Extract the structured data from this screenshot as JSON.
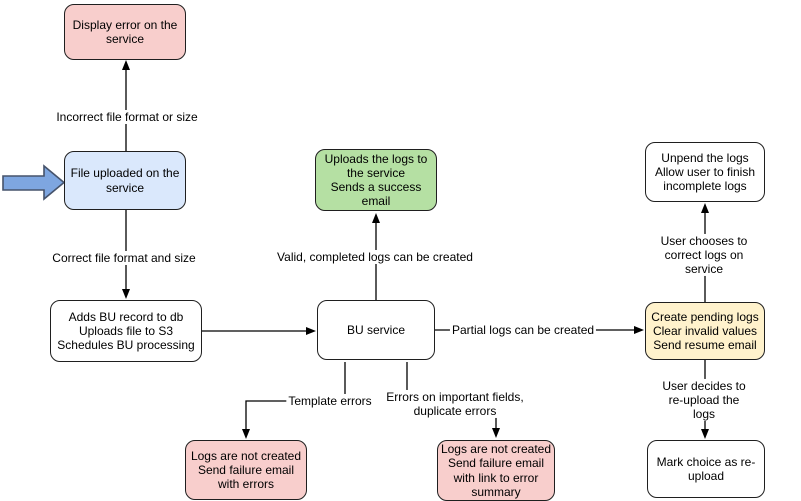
{
  "diagram": {
    "type": "flowchart",
    "colors": {
      "error_fill": "#f8cecc",
      "input_fill": "#dae8fc",
      "success_fill": "#b5e0a3",
      "pending_fill": "#fff2cc",
      "process_fill": "#ffffff",
      "shape_border": "#1f1f1f",
      "line": "#000000",
      "pointer_arrow_fill": "#7ea6e0",
      "pointer_arrow_stroke": "#46536b"
    },
    "nodes": {
      "display_error": {
        "text": "Display error on the\nservice",
        "color": "#f8cecc"
      },
      "file_uploaded": {
        "text": "File uploaded on the\nservice",
        "color": "#dae8fc"
      },
      "adds_bu_record": {
        "text": "Adds BU record to db\nUploads file to S3\nSchedules BU processing",
        "color": "#ffffff"
      },
      "uploads_logs": {
        "text": "Uploads the logs to\nthe service\nSends a success\nemail",
        "color": "#b5e0a3"
      },
      "bu_service": {
        "text": "BU service",
        "color": "#ffffff"
      },
      "create_pending": {
        "text": "Create pending logs\nClear invalid values\nSend resume email",
        "color": "#fff2cc"
      },
      "unpend_logs": {
        "text": "Unpend the logs\nAllow user to finish\nincomplete logs",
        "color": "#ffffff"
      },
      "mark_choice": {
        "text": "Mark choice as re-\nupload",
        "color": "#ffffff"
      },
      "logs_not_created_1": {
        "text": "Logs are not created\nSend failure email\nwith errors",
        "color": "#f8cecc"
      },
      "logs_not_created_2": {
        "text": "Logs are not created\nSend failure email\nwith link to error\nsummary",
        "color": "#f8cecc"
      }
    },
    "edge_labels": {
      "incorrect_file": {
        "text": "Incorrect file format or size"
      },
      "correct_file": {
        "text": "Correct file format and size"
      },
      "valid_logs": {
        "text": "Valid, completed logs can be created"
      },
      "partial_logs": {
        "text": "Partial logs can be created"
      },
      "user_correct": {
        "text": "User chooses to correct logs on service"
      },
      "user_reupload": {
        "text": "User decides to re-upload the logs"
      },
      "template_errors": {
        "text": "Template errors"
      },
      "important_errors": {
        "text": "Errors on important fields,\nduplicate errors"
      }
    }
  }
}
